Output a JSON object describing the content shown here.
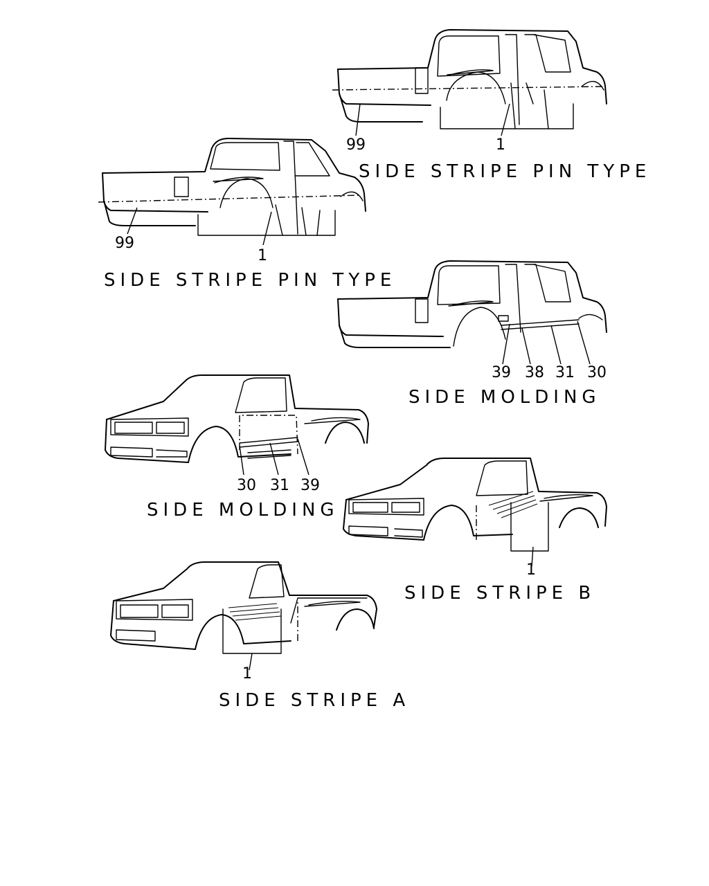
{
  "figures": [
    {
      "id": "crew-cab-pin-type",
      "caption": "SIDE STRIPE PIN TYPE",
      "callouts": [
        "99",
        "1"
      ]
    },
    {
      "id": "spacecab-pin-type",
      "caption": "SIDE STRIPE PIN TYPE",
      "callouts": [
        "99",
        "1"
      ]
    },
    {
      "id": "crew-cab-side-molding",
      "caption": "SIDE MOLDING",
      "callouts": [
        "39",
        "38",
        "31",
        "30"
      ]
    },
    {
      "id": "spacecab-side-molding",
      "caption": "SIDE MOLDING",
      "callouts": [
        "30",
        "31",
        "39"
      ]
    },
    {
      "id": "spacecab-side-stripe-b",
      "caption": "SIDE STRIPE B",
      "callouts": [
        "1"
      ]
    },
    {
      "id": "regular-cab-side-stripe-a",
      "caption": "SIDE STRIPE A",
      "callouts": [
        "1"
      ]
    }
  ]
}
